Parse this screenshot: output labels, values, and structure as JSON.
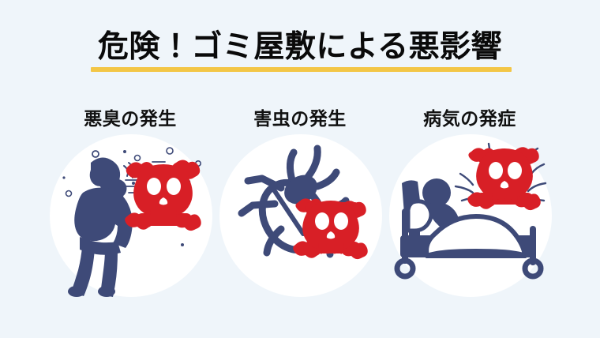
{
  "slide": {
    "background_color": "#eff5fa",
    "title": "危険！ゴミ屋敷による悪影響",
    "title_color": "#0a0a0a",
    "underline_color": "#f3c646"
  },
  "palette": {
    "navy": "#3e4a78",
    "red": "#d81f26",
    "white": "#ffffff",
    "background": "#eff5fa",
    "accent_yellow": "#f3c646"
  },
  "panels": [
    {
      "label": "悪臭の発生",
      "icon": "person-holding-nose-with-skull-icon",
      "circle_color": "#ffffff",
      "figure_color": "#3e4a78",
      "hazard_color": "#d81f26"
    },
    {
      "label": "害虫の発生",
      "icon": "insect-bug-with-skull-icon",
      "circle_color": "#ffffff",
      "figure_color": "#3e4a78",
      "hazard_color": "#d81f26"
    },
    {
      "label": "病気の発症",
      "icon": "sick-person-in-hospital-bed-with-skull-icon",
      "circle_color": "#ffffff",
      "figure_color": "#3e4a78",
      "hazard_color": "#d81f26"
    }
  ]
}
